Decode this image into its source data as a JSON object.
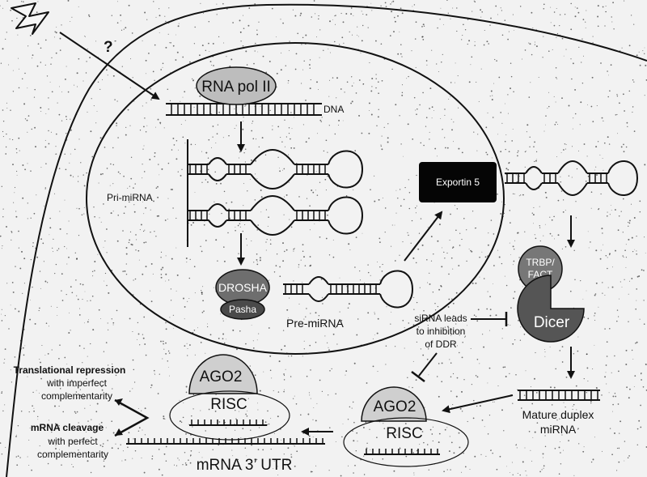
{
  "labels": {
    "question": "?",
    "rna_pol": "RNA pol II",
    "dna": "DNA",
    "pri_mirna": "Pri-miRNA",
    "drosha": "DROSHA",
    "pasha": "Pasha",
    "pre_mirna": "Pre-miRNA",
    "exportin": "Exportin 5",
    "trbp": "TRBP/",
    "fact": "FACT",
    "dicer": "Dicer",
    "sirna_1": "siRNA leads",
    "sirna_2": "to inhibition",
    "sirna_3": "of DDR",
    "mature_1": "Mature duplex",
    "mature_2": "miRNA",
    "ago2_right": "AGO2",
    "risc_right": "RISC",
    "ago2_left": "AGO2",
    "risc_left": "RISC",
    "mrna_utr": "mRNA 3’ UTR",
    "trans_title": "Translational repression",
    "trans_1": "with imperfect",
    "trans_2": "complementarity",
    "cleave_title": "mRNA cleavage",
    "cleave_1": "with perfect",
    "cleave_2": "complementarity"
  },
  "icons": {
    "lightning": "lightning-bolt-icon"
  },
  "colors": {
    "background": "#f2f2f2",
    "ink": "#111111",
    "pol_fill": "#bdbdbd",
    "drosha_fill": "#6e6e6e",
    "pasha_fill": "#4a4a4a",
    "exportin_fill": "#050505",
    "trbp_fill": "#777777",
    "dicer_fill": "#555555",
    "ago_fill": "#cfcfcf"
  }
}
